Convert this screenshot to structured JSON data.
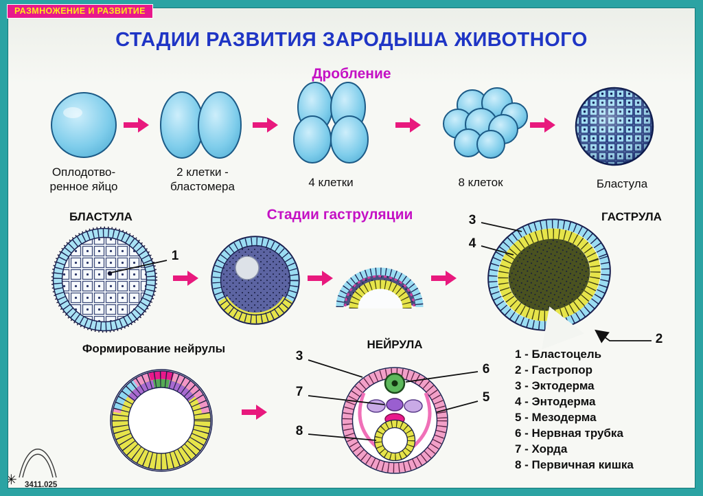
{
  "badge": "РАЗМНОЖЕНИЕ И РАЗВИТИЕ",
  "title": "СТАДИИ РАЗВИТИЯ ЗАРОДЫША ЖИВОТНОГО",
  "colors": {
    "frame": "#2ba3a3",
    "badge_bg": "#e8198b",
    "badge_text": "#ffe81a",
    "title": "#1f35c5",
    "heading_magenta": "#c411c4",
    "arrow_pink": "#e8197d",
    "cell_blue": "#9adcf2",
    "cell_yellow": "#e6e44a",
    "cell_pink": "#f2a0c8"
  },
  "cleavage": {
    "heading": "Дробление",
    "stages": [
      {
        "label": "Оплодотво-\nренное яйцо"
      },
      {
        "label": "2 клетки -\nбластомера"
      },
      {
        "label": "4 клетки"
      },
      {
        "label": "8 клеток"
      },
      {
        "label": "Бластула"
      }
    ]
  },
  "gastrulation": {
    "left_label": "БЛАСТУЛА",
    "heading": "Стадии гаструляции",
    "right_label": "ГАСТРУЛА",
    "callouts": {
      "c1": "1",
      "c2": "2",
      "c3": "3",
      "c4": "4"
    }
  },
  "neurula": {
    "left_label": "Формирование нейрулы",
    "heading": "НЕЙРУЛА",
    "callouts": {
      "c3": "3",
      "c5": "5",
      "c6": "6",
      "c7": "7",
      "c8": "8"
    }
  },
  "legend": {
    "items": [
      "1 - Бластоцель",
      "2 - Гастропор",
      "3 - Эктодерма",
      "4 - Энтодерма",
      "5 - Мезодерма",
      "6 - Нервная трубка",
      "7 - Хорда",
      "8 - Первичная кишка"
    ]
  },
  "footer": {
    "code": "3411.025",
    "star": "✳"
  }
}
